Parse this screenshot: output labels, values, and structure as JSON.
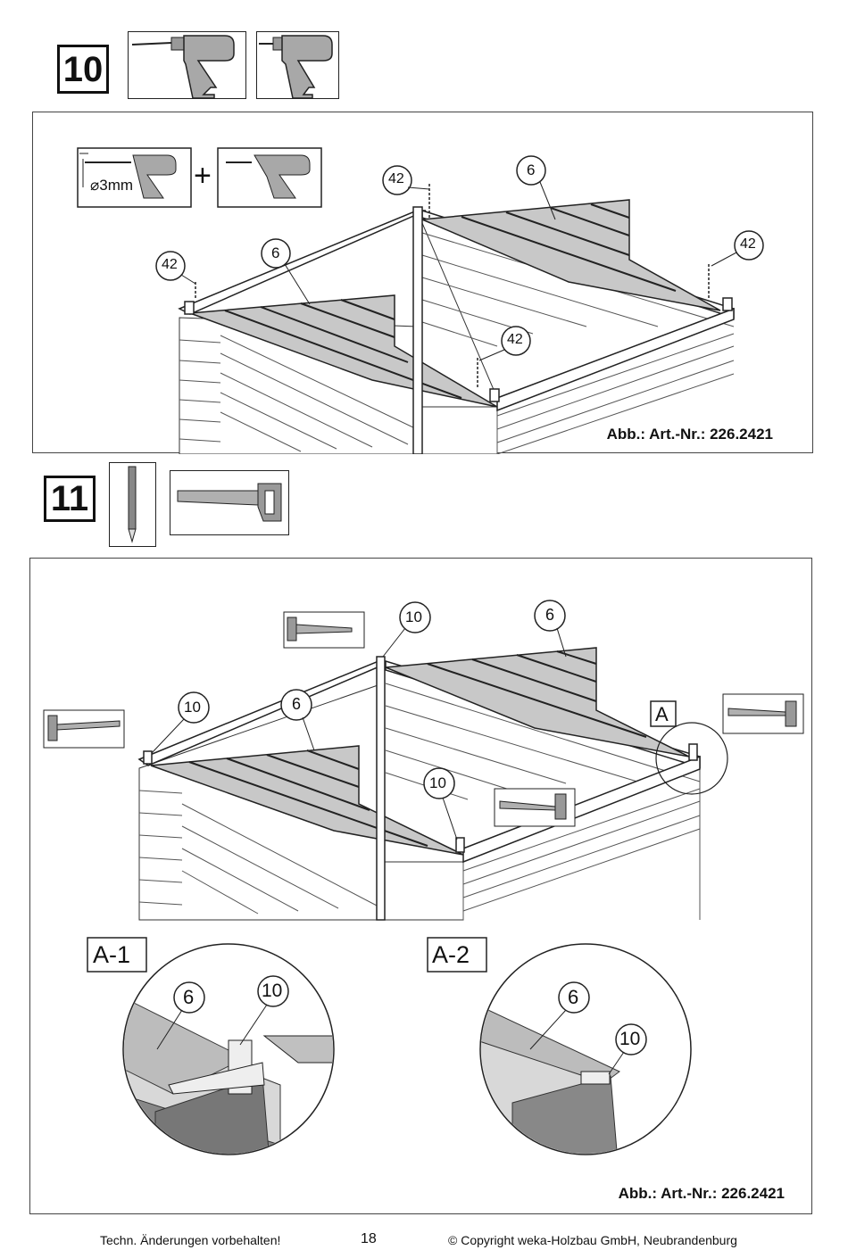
{
  "steps": [
    {
      "number": "10",
      "tools": [
        "drill-icon",
        "screwdriver-drill-icon"
      ],
      "drill_spec": "⌀3mm",
      "plus": "+",
      "callouts": {
        "part_roof": "6",
        "part_screw": "42"
      },
      "caption": "Abb.: Art.-Nr.: 226.2421"
    },
    {
      "number": "11",
      "tools": [
        "pencil-icon",
        "handsaw-icon"
      ],
      "callouts": {
        "part_roof": "6",
        "part_post": "10"
      },
      "detail_labels": {
        "main": "A",
        "detail_1": "A-1",
        "detail_2": "A-2"
      },
      "caption": "Abb.: Art.-Nr.: 226.2421"
    }
  ],
  "footer": {
    "left": "Techn. Änderungen vorbehalten!",
    "page": "18",
    "right": "© Copyright weka-Holzbau GmbH, Neubrandenburg"
  },
  "colors": {
    "roof_fill": "#c8c8c8",
    "tool_fill": "#a8a8a8",
    "line": "#222222"
  }
}
